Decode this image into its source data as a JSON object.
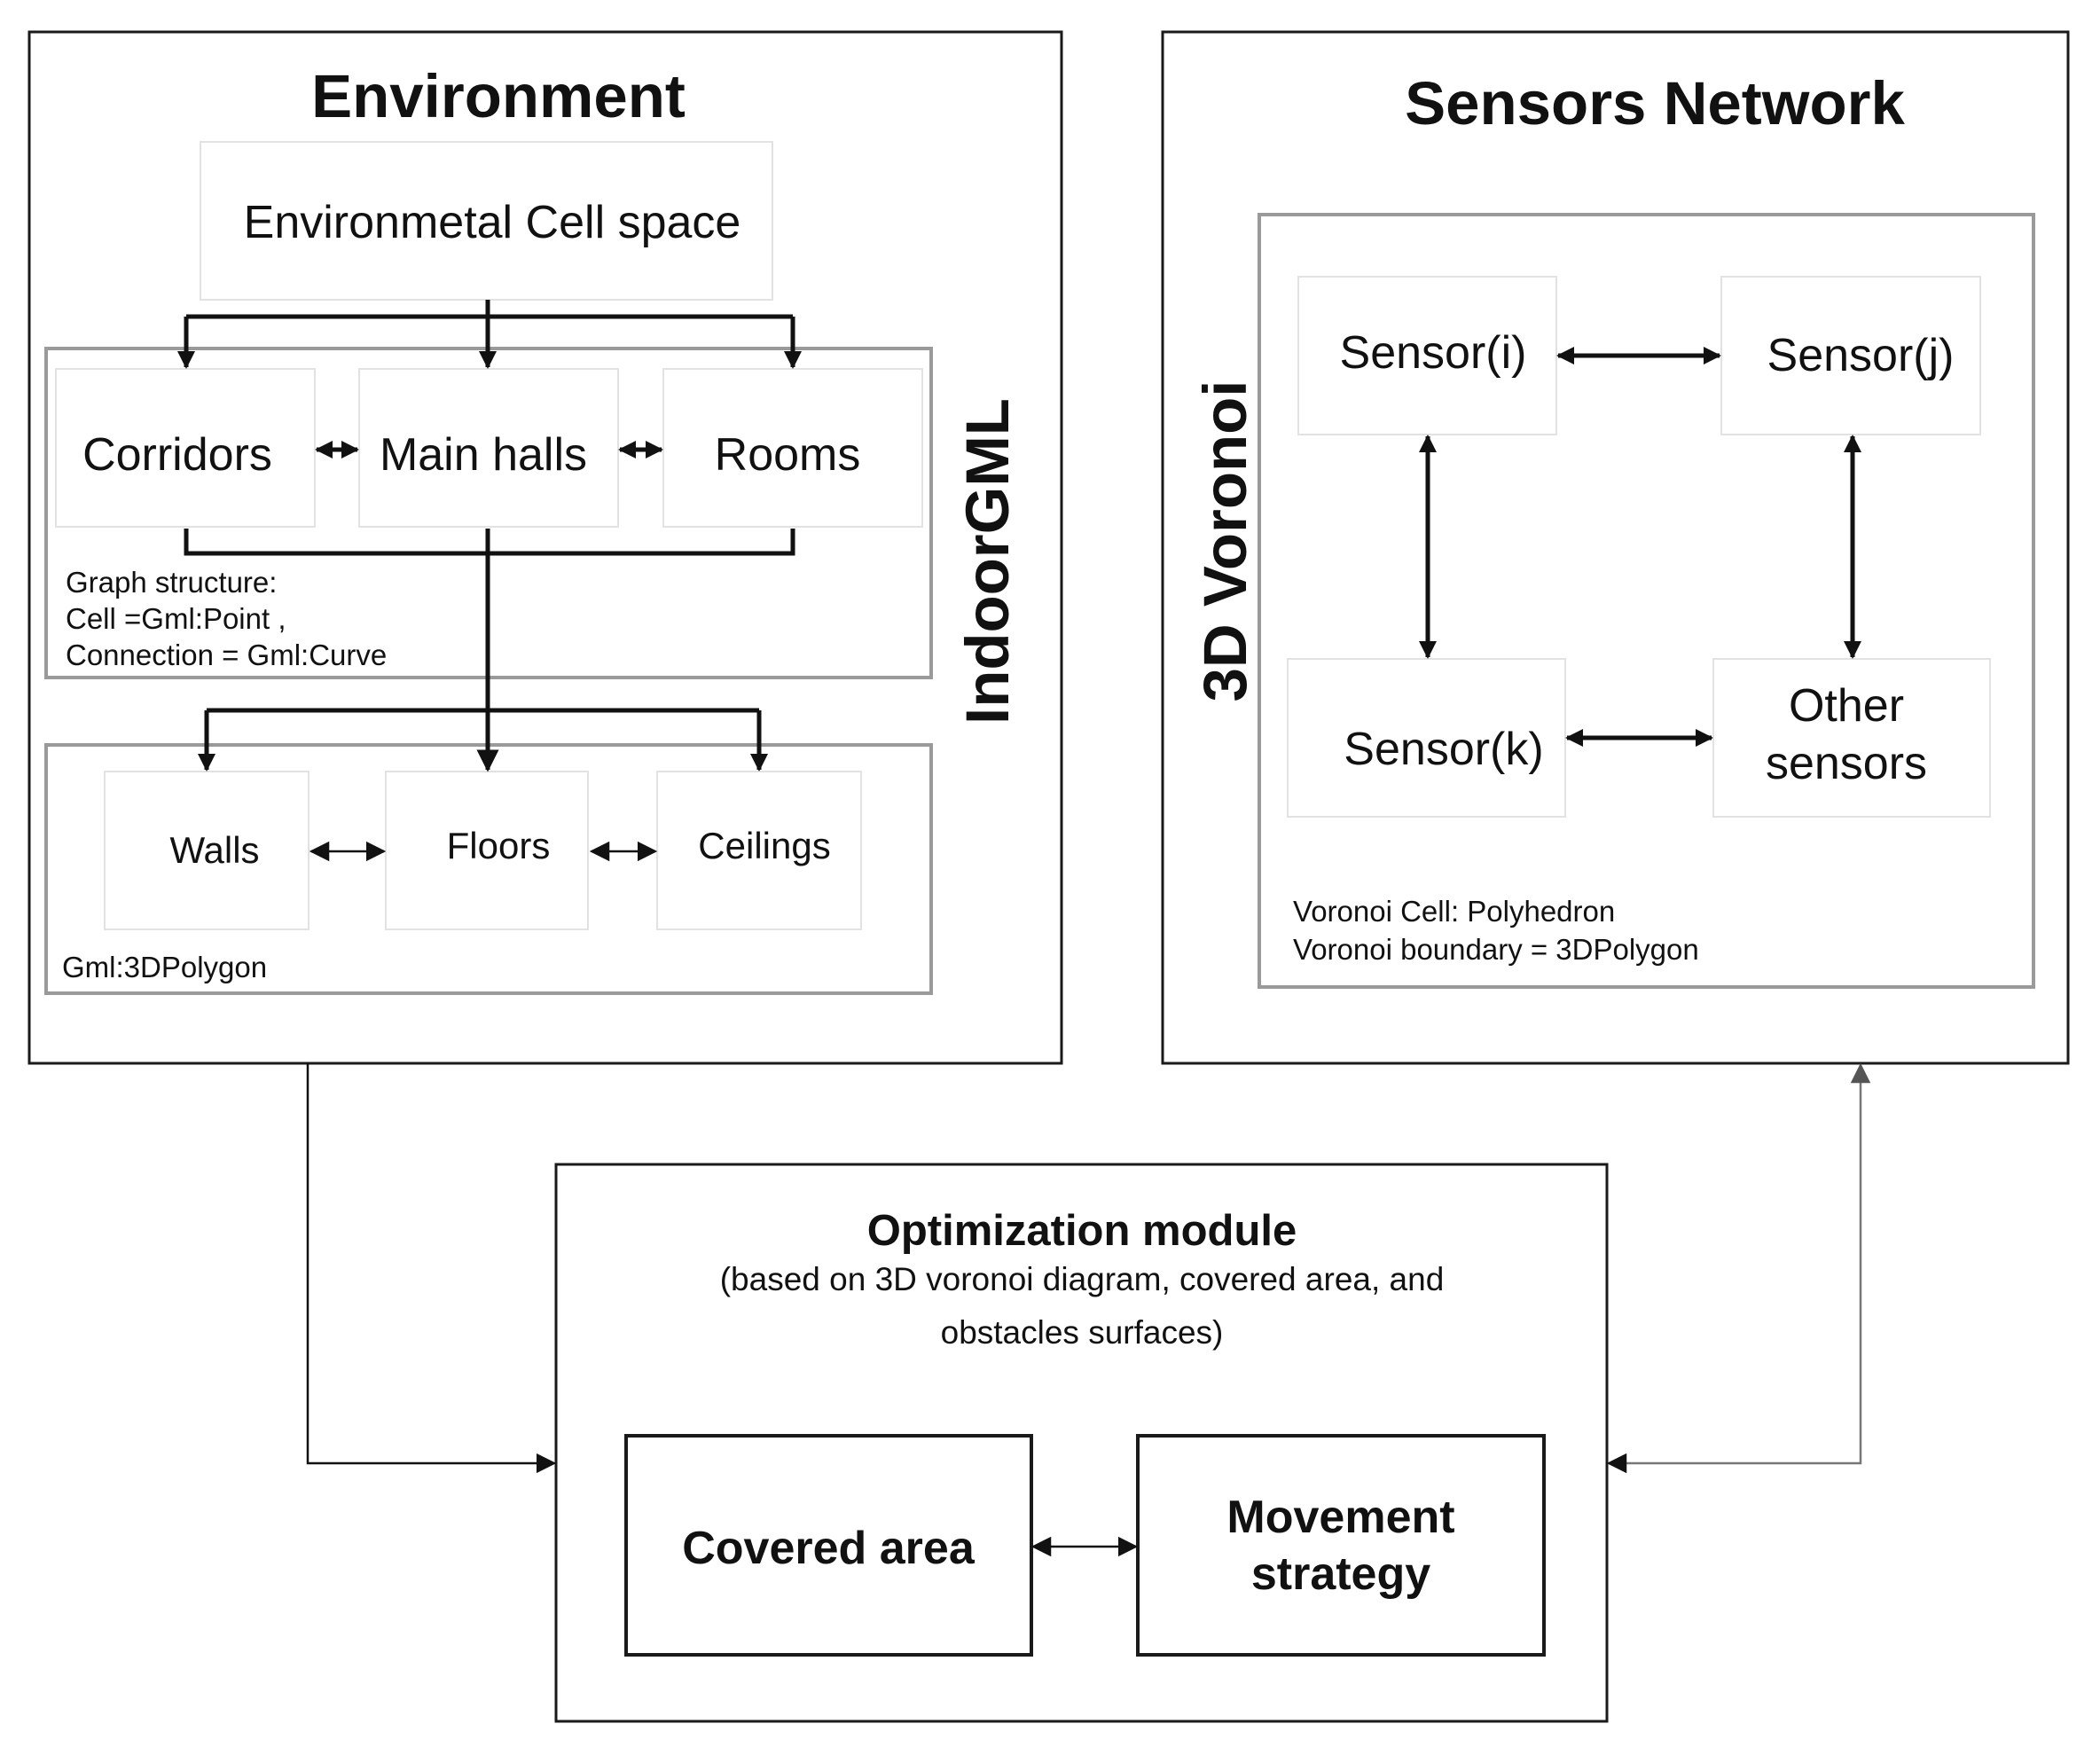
{
  "environment": {
    "title": "Environment",
    "cell_space": "Environmetal Cell space",
    "indoorgml_label": "IndoorGML",
    "graph_nodes": [
      "Corridors",
      "Main halls",
      "Rooms"
    ],
    "graph_note": [
      "Graph structure:",
      "Cell =Gml:Point ,",
      "Connection = Gml:Curve"
    ],
    "surfaces": [
      "Walls",
      "Floors",
      "Ceilings"
    ],
    "surface_note": "Gml:3DPolygon"
  },
  "sensors": {
    "title": "Sensors Network",
    "voronoi_label": "3D Voronoi",
    "sensor_i": "Sensor(i)",
    "sensor_j": "Sensor(j)",
    "sensor_k": "Sensor(k)",
    "other_sensors": [
      "Other",
      "sensors"
    ],
    "note": [
      "Voronoi Cell: Polyhedron",
      "Voronoi boundary = 3DPolygon"
    ]
  },
  "optimization": {
    "title": "Optimization module",
    "subtitle": [
      "(based on 3D voronoi diagram, covered area, and",
      "obstacles surfaces)"
    ],
    "covered_area": "Covered area",
    "movement_strategy": [
      "Movement",
      "strategy"
    ]
  }
}
